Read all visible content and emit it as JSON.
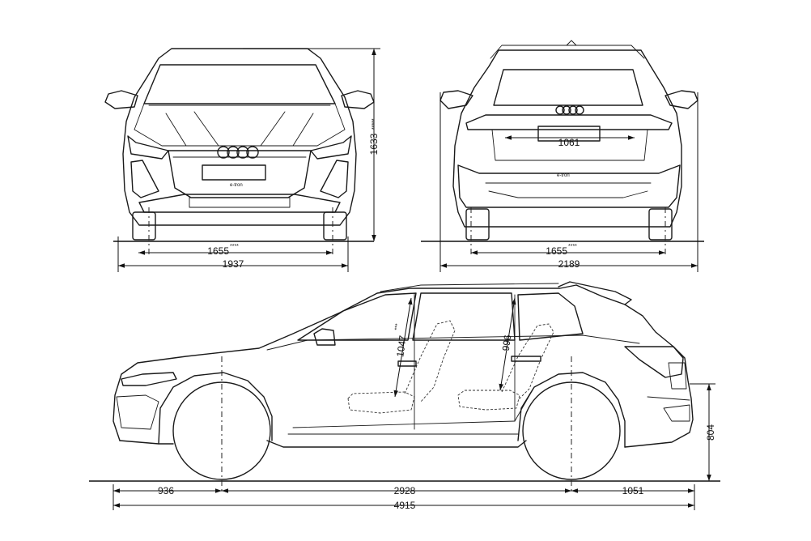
{
  "front_view": {
    "track": "1655",
    "track_note": "****",
    "width": "1937",
    "height": "1633",
    "height_note": "*****",
    "badge": "e-tron"
  },
  "rear_view": {
    "track": "1655",
    "track_note": "****",
    "width_mirrors": "2189",
    "trunk_width": "1061",
    "badge": "e-tron"
  },
  "side_view": {
    "front_overhang": "936",
    "wheelbase": "2928",
    "rear_overhang": "1051",
    "length": "4915",
    "front_headroom": "1047",
    "front_headroom_note": "***",
    "rear_headroom": "996",
    "rear_height": "804"
  }
}
